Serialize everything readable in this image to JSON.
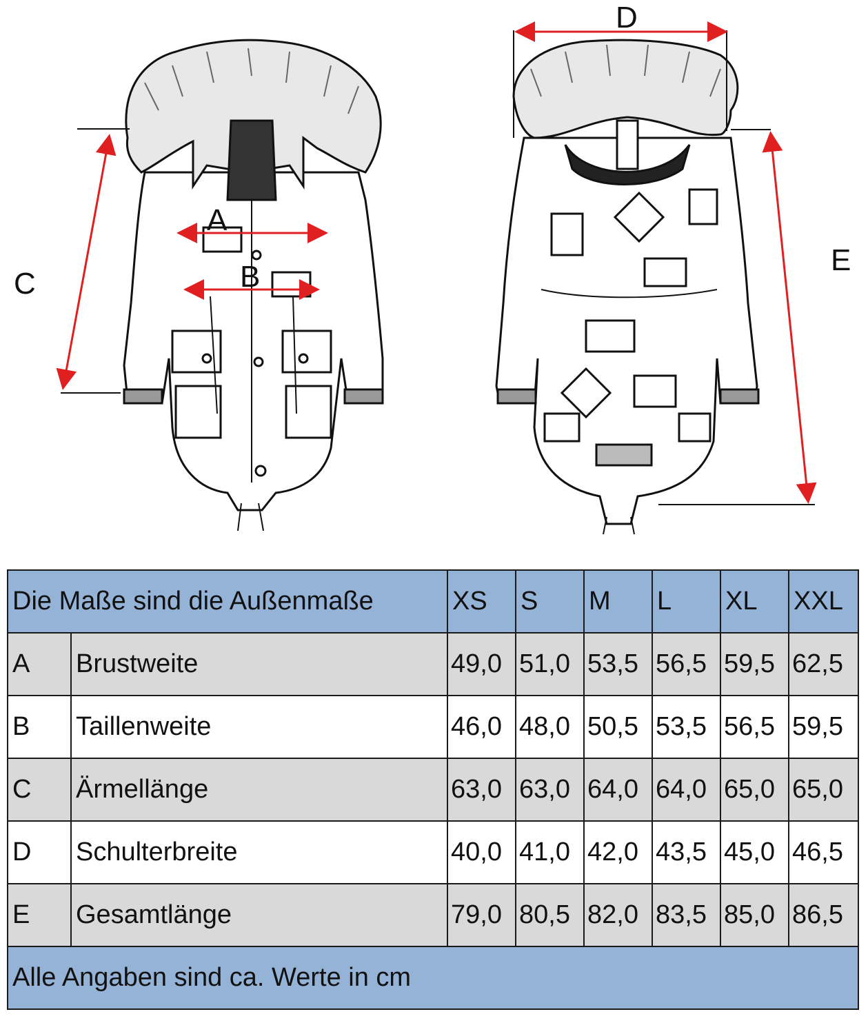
{
  "labels": {
    "A": "A",
    "B": "B",
    "C": "C",
    "D": "D",
    "E": "E"
  },
  "table": {
    "header_title": "Die Maße sind die Außenmaße",
    "sizes": [
      "XS",
      "S",
      "M",
      "L",
      "XL",
      "XXL"
    ],
    "rows": [
      {
        "code": "A",
        "name": "Brustweite",
        "values": [
          "49,0",
          "51,0",
          "53,5",
          "56,5",
          "59,5",
          "62,5"
        ]
      },
      {
        "code": "B",
        "name": "Taillenweite",
        "values": [
          "46,0",
          "48,0",
          "50,5",
          "53,5",
          "56,5",
          "59,5"
        ]
      },
      {
        "code": "C",
        "name": "Ärmellänge",
        "values": [
          "63,0",
          "63,0",
          "64,0",
          "64,0",
          "65,0",
          "65,0"
        ]
      },
      {
        "code": "D",
        "name": "Schulterbreite",
        "values": [
          "40,0",
          "41,0",
          "42,0",
          "43,5",
          "45,0",
          "46,5"
        ]
      },
      {
        "code": "E",
        "name": "Gesamtlänge",
        "values": [
          "79,0",
          "80,5",
          "82,0",
          "83,5",
          "85,0",
          "86,5"
        ]
      }
    ],
    "footer_note": "Alle Angaben sind ca. Werte in cm"
  },
  "colors": {
    "header_bg": "#95b3d7",
    "alt_row_bg": "#d9d9d9",
    "arrow": "#e02020"
  }
}
